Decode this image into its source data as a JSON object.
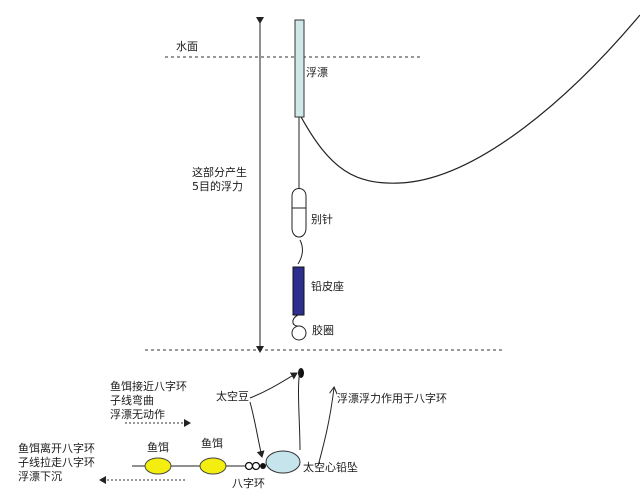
{
  "labels": {
    "water_surface": "水面",
    "float": "浮漂",
    "buoyancy_line1": "这部分产生",
    "buoyancy_line2": "5目的浮力",
    "pin": "别针",
    "lead_seat": "铅皮座",
    "rubber_ring": "胶圈",
    "space_bean": "太空豆",
    "float_buoyancy_effect": "浮漂浮力作用于八字环",
    "bait_near_line1": "鱼饵接近八字环",
    "bait_near_line2": "子线弯曲",
    "bait_near_line3": "浮漂无动作",
    "bait_away_line1": "鱼饵离开八字环",
    "bait_away_line2": "子线拉走八字环",
    "bait_away_line3": "浮漂下沉",
    "bait_1": "鱼饵",
    "bait_2": "鱼饵",
    "swivel": "八字环",
    "hollow_sinker": "太空心铅坠"
  },
  "colors": {
    "float_fill": "#cfe8e8",
    "lead_seat_fill": "#2e2e8f",
    "bait_fill": "#f4ee10",
    "sinker_fill": "#c6e4ec",
    "line": "#222222"
  }
}
